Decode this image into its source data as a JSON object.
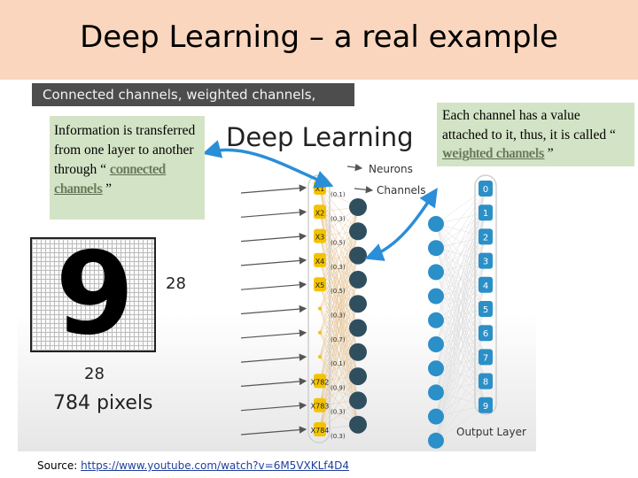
{
  "slide": {
    "title": "Deep Learning – a real example",
    "banner": "Connected channels, weighted channels,"
  },
  "callouts": {
    "left_prefix": "Information is transferred from one layer to another through “ ",
    "left_highlight": "connected channels",
    "left_suffix": " ”",
    "right_prefix": "Each channel has a value attached to it, thus, it is called “ ",
    "right_highlight": "weighted channels",
    "right_suffix": " ”"
  },
  "source": {
    "label": "Source: ",
    "url": "https://www.youtube.com/watch?v=6M5VXKLf4D4"
  },
  "image": {
    "heading": "Deep Learning",
    "neurons_label": "Neurons",
    "channels_label": "Channels",
    "output_layer_label": "Output Layer",
    "digit": "9",
    "size_side": "28",
    "size_bottom": "28",
    "pixels_label": "784 pixels",
    "input_labels": [
      "X1",
      "X2",
      "X3",
      "X4",
      "X5",
      "X782",
      "X783",
      "X784"
    ],
    "weights": [
      "(0.1)",
      "(0.3)",
      "(0.5)",
      "(0.3)",
      "(0.5)",
      "(0.3)",
      "(0.7)",
      "(0.1)",
      "(0.9)",
      "(0.3)",
      "(0.3)"
    ],
    "output_labels": [
      "0",
      "1",
      "2",
      "3",
      "4",
      "5",
      "6",
      "7",
      "8",
      "9"
    ]
  },
  "colors": {
    "header_bg": "#f9d6bd",
    "banner_bg": "#4d4d4d",
    "callout_bg": "#d3e4c6",
    "input_node": "#f3c300",
    "hidden_node": "#2f4f5f",
    "output_node": "#2b8fc8",
    "arrow": "#2a8ed8"
  }
}
